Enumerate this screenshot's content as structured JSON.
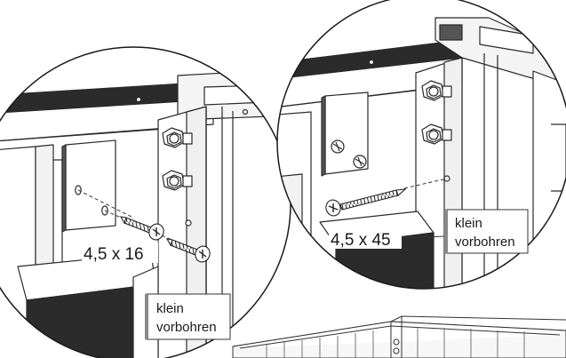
{
  "left_detail": {
    "screw_size": "4,5 x 16",
    "note_line1": "klein",
    "note_line2": "vorbohren"
  },
  "right_detail": {
    "screw_size": "4,5 x 45",
    "note_line1": "klein",
    "note_line2": "vorbohren"
  }
}
